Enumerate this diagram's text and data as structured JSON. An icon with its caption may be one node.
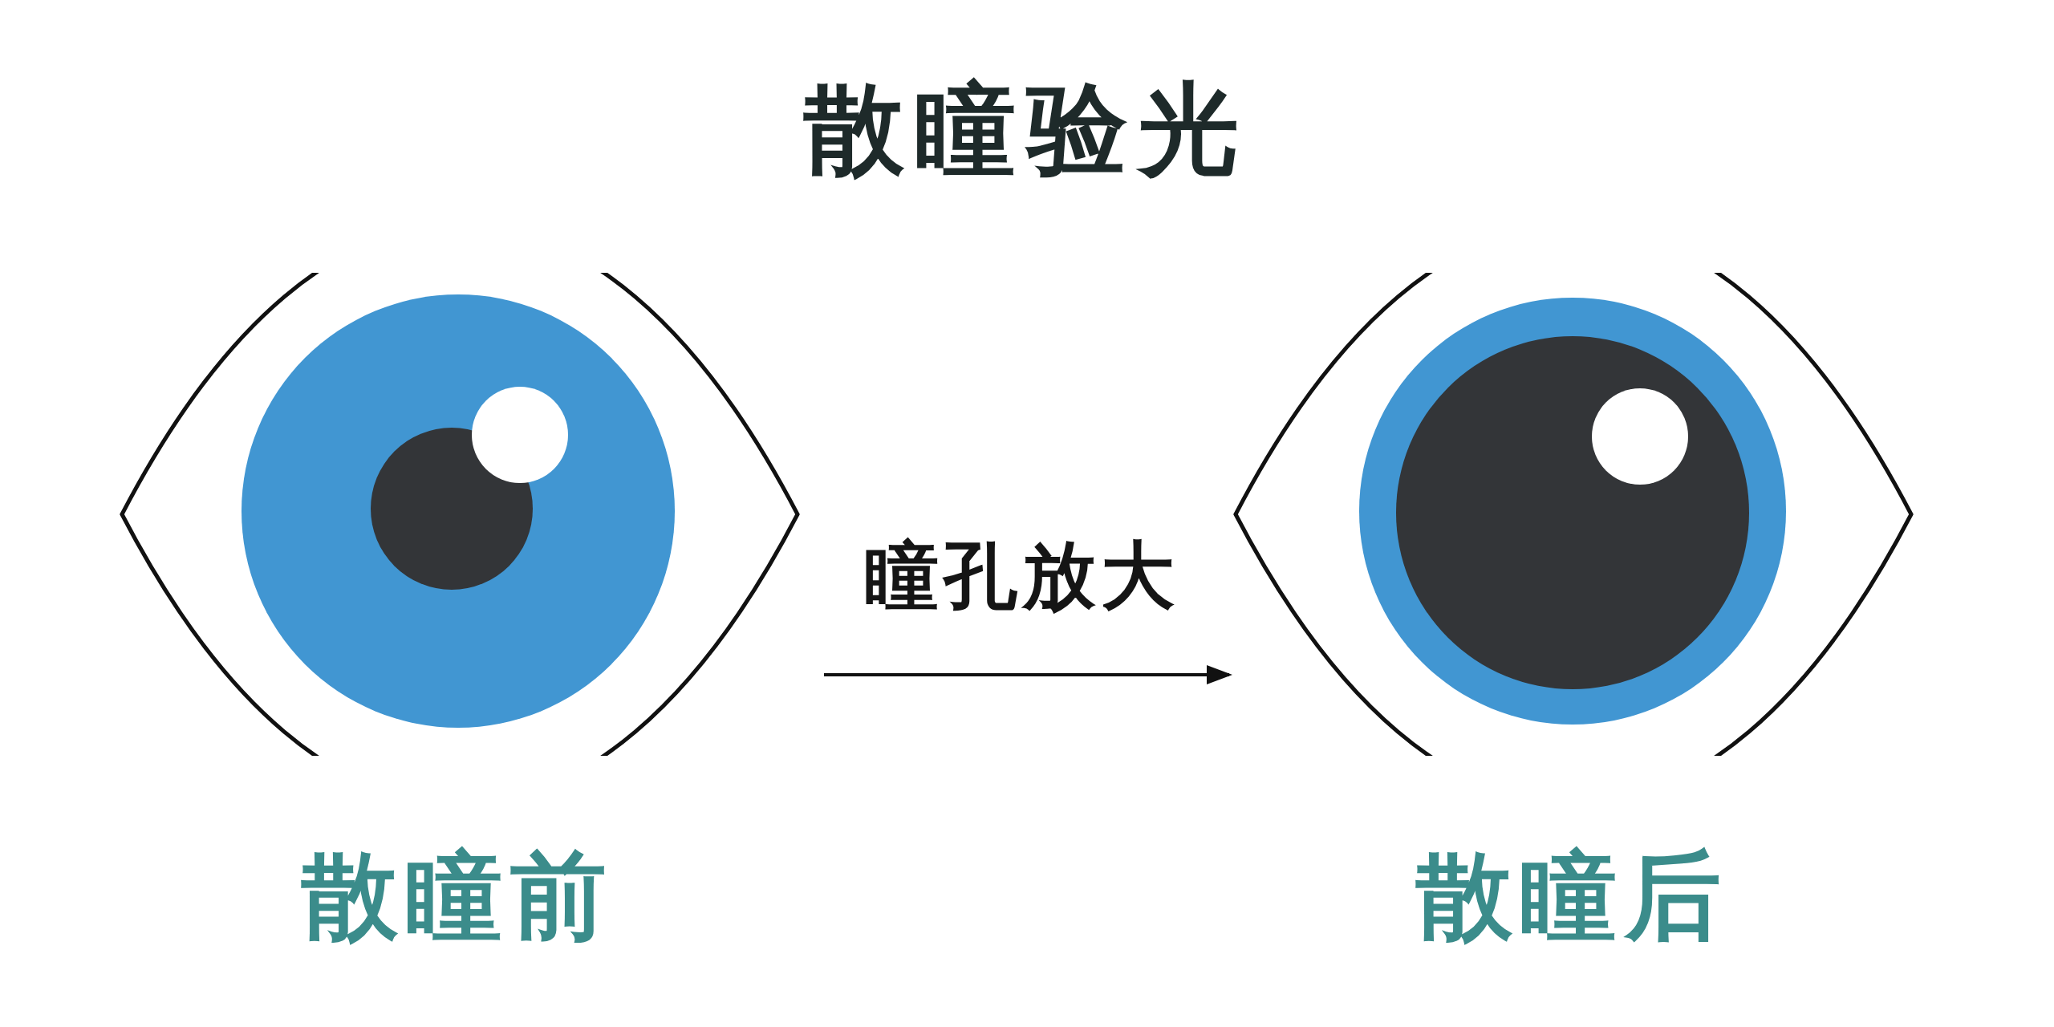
{
  "diagram": {
    "title": "散瞳验光",
    "nodes": [
      {
        "text": [],
        "shape": "picture",
        "beside": [
          "散瞳前"
        ]
      },
      {
        "text": [],
        "shape": "picture",
        "beside": [
          "散瞳后"
        ]
      }
    ],
    "edges": [
      {
        "from": 0,
        "to": 1,
        "arrow": "to",
        "label": "瞳孔放大"
      }
    ]
  }
}
